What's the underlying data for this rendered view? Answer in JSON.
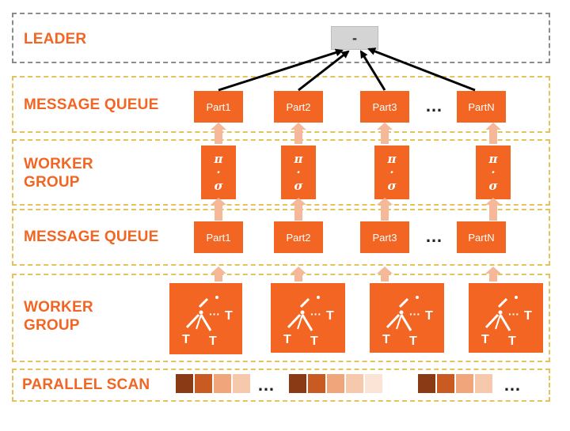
{
  "bands": {
    "leader": "LEADER",
    "mq_top": "MESSAGE QUEUE",
    "wg_top_line1": "WORKER",
    "wg_top_line2": "GROUP",
    "mq_bottom": "MESSAGE QUEUE",
    "wg_bottom_line1": "WORKER",
    "wg_bottom_line2": "GROUP",
    "scan": "PARALLEL SCAN"
  },
  "leader_box": "-",
  "parts_top": [
    "Part1",
    "Part2",
    "Part3",
    "PartN"
  ],
  "parts_bottom": [
    "Part1",
    "Part2",
    "Part3",
    "PartN"
  ],
  "ops": {
    "pi": "π",
    "dot": "·",
    "sigma": "σ"
  },
  "tree_leaf": "T",
  "ellipsis": "…",
  "colors": {
    "accent": "#f26522",
    "band_border": "#e3c35a",
    "leader_border": "#8c8c8c",
    "arrow_up": "#f5b899",
    "scan_shades": [
      "#8b3a16",
      "#c85a22",
      "#f0a57a",
      "#f7c9ac",
      "#fbe4d6"
    ]
  }
}
